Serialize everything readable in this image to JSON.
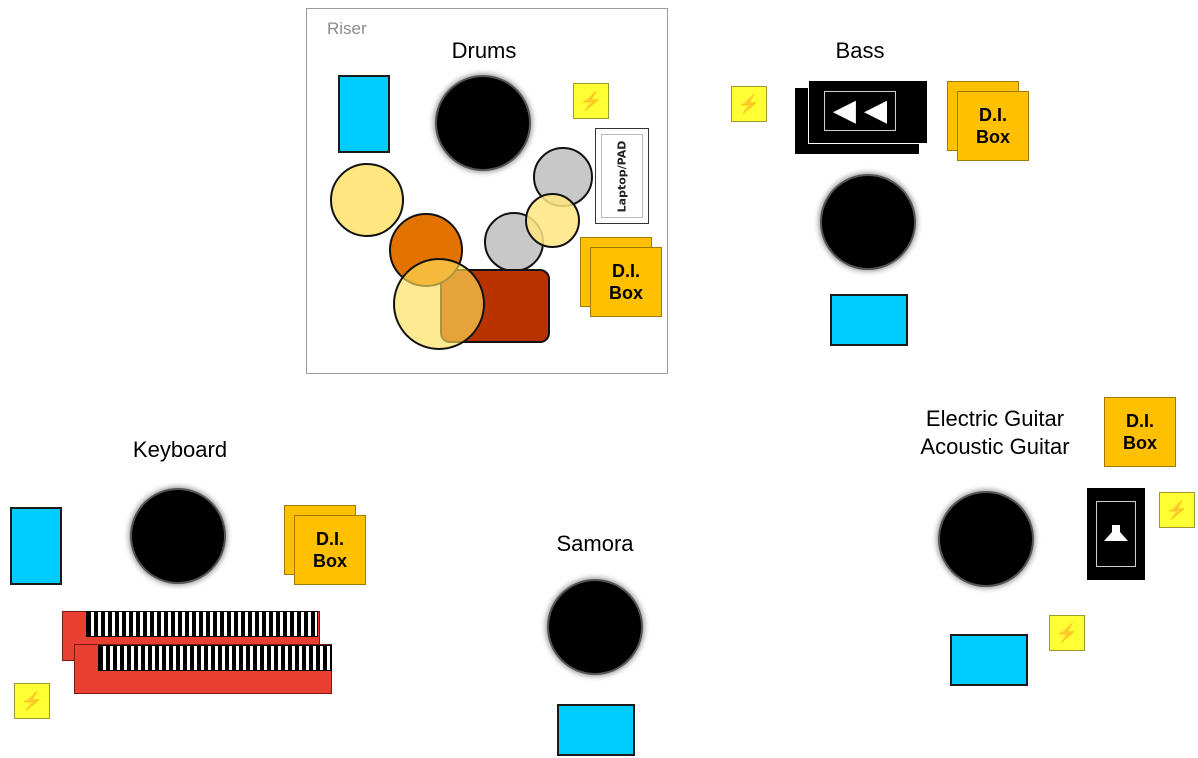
{
  "riser": {
    "label": "Riser"
  },
  "stations": {
    "drums": {
      "label": "Drums"
    },
    "bass": {
      "label": "Bass"
    },
    "keyboard": {
      "label": "Keyboard"
    },
    "vocal": {
      "label": "Samora"
    },
    "guitar": {
      "label": "Electric Guitar\nAcoustic Guitar"
    }
  },
  "di_box": {
    "label": "D.I.\nBox"
  },
  "laptop": {
    "label": "Laptop/PAD"
  },
  "power_icon": "⚡",
  "speaker_icon": "🔈",
  "colors": {
    "monitor": "#00ccff",
    "power": "#ffff33",
    "di_box": "#ffc000",
    "keyboard": "#e84033",
    "snare": "#e37300",
    "kick": "#b83300",
    "cymbal_gold": "#ffe680",
    "cymbal_gray": "#c8c8c8",
    "mic": "#000000"
  },
  "icons": [
    "microphone-icon",
    "power-outlet-icon",
    "speaker-icon",
    "floor-monitor-icon",
    "di-box-icon"
  ]
}
